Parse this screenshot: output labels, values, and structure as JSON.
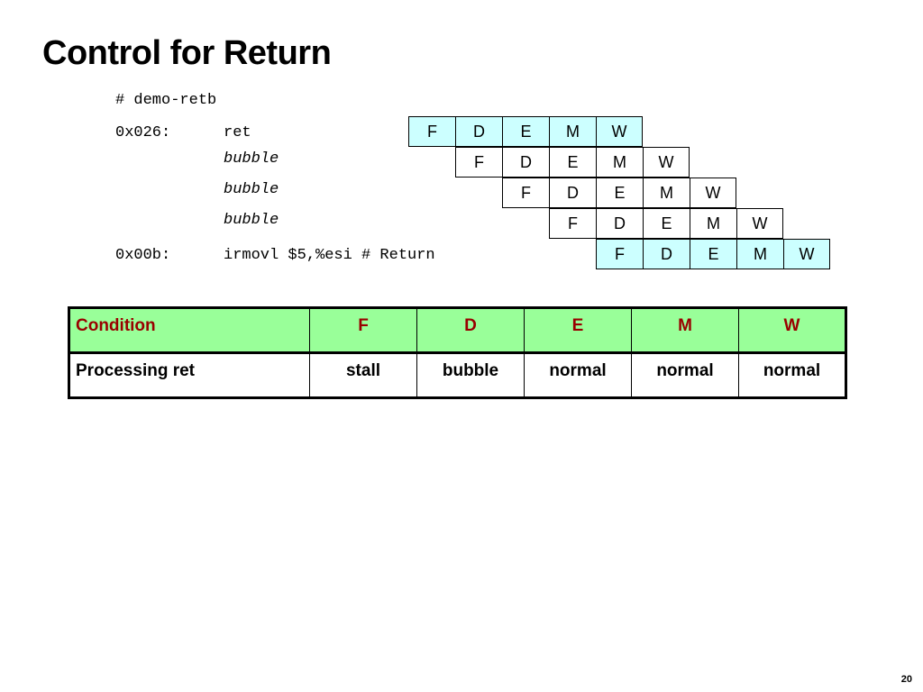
{
  "title": "Control for Return",
  "code": {
    "comment": "# demo-retb",
    "rows": [
      {
        "addr": "0x026:",
        "instr": "ret",
        "italic": false,
        "highlight": true
      },
      {
        "addr": "",
        "instr": "bubble",
        "italic": true,
        "highlight": false
      },
      {
        "addr": "",
        "instr": "bubble",
        "italic": true,
        "highlight": false
      },
      {
        "addr": "",
        "instr": "bubble",
        "italic": true,
        "highlight": false
      },
      {
        "addr": "0x00b:",
        "instr": "irmovl $5,%esi # Return",
        "italic": false,
        "highlight": true
      }
    ]
  },
  "pipeline_stages": [
    "F",
    "D",
    "E",
    "M",
    "W"
  ],
  "colors": {
    "highlight_cell": "#ccffff",
    "table_header_bg": "#99ff99",
    "table_header_text": "#990000"
  },
  "table": {
    "headers": [
      "Condition",
      "F",
      "D",
      "E",
      "M",
      "W"
    ],
    "rows": [
      [
        "Processing ret",
        "stall",
        "bubble",
        "normal",
        "normal",
        "normal"
      ]
    ]
  },
  "page_number": "20"
}
